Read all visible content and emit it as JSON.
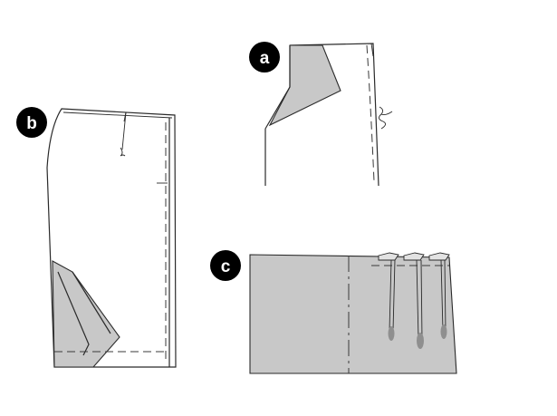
{
  "badges": {
    "a": "a",
    "b": "b",
    "c": "c"
  },
  "colors": {
    "fabric_fill": "#c8c8c8",
    "outline": "#2a2a2a",
    "badge_bg": "#000000",
    "badge_text": "#ffffff",
    "dart_fill": "#8f8f8f"
  }
}
